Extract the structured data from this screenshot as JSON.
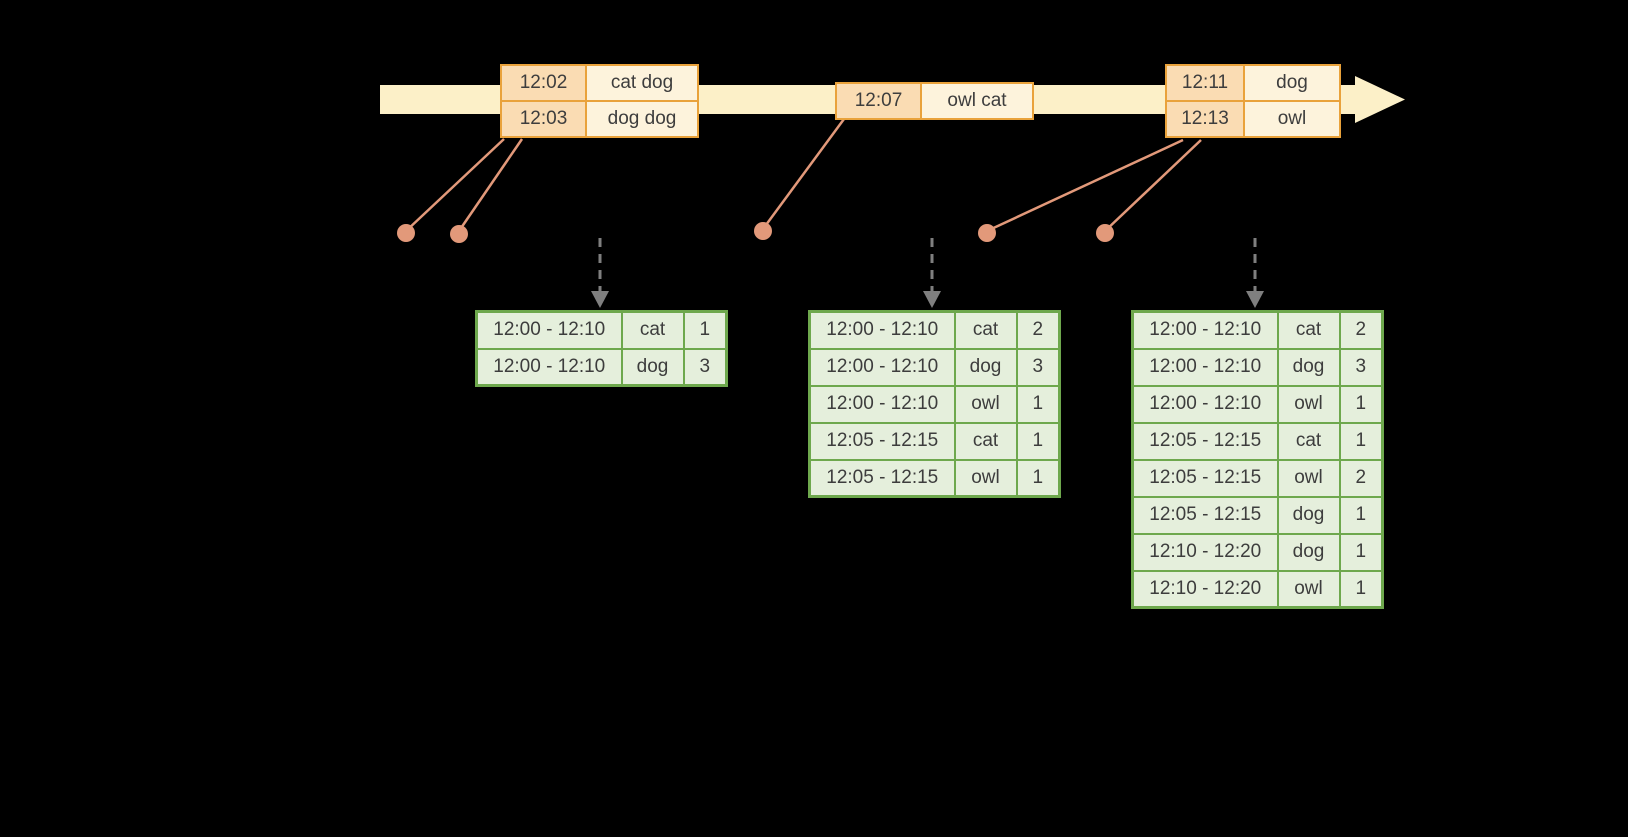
{
  "diagram": {
    "description": "Timeline of events flowing into windowed count result tables at successive triggers"
  },
  "colors": {
    "background": "#000000",
    "timeline_fill": "#FCF0C8",
    "event_border": "#E9A23B",
    "event_time_fill": "#FADCB3",
    "event_word_fill": "#FDF3DC",
    "connector": "#E2997A",
    "trigger_arrow": "#7F7F7F",
    "result_border": "#6EA84D",
    "result_fill": "#E5EFDC",
    "text": "#3d3d3d"
  },
  "event_tables": [
    {
      "rows": [
        [
          "12:02",
          "cat dog"
        ],
        [
          "12:03",
          "dog dog"
        ]
      ]
    },
    {
      "rows": [
        [
          "12:07",
          "owl cat"
        ]
      ]
    },
    {
      "rows": [
        [
          "12:11",
          "dog"
        ],
        [
          "12:13",
          "owl"
        ]
      ]
    }
  ],
  "result_tables": [
    {
      "rows": [
        [
          "12:00 - 12:10",
          "cat",
          "1"
        ],
        [
          "12:00 - 12:10",
          "dog",
          "3"
        ]
      ]
    },
    {
      "rows": [
        [
          "12:00 - 12:10",
          "cat",
          "2"
        ],
        [
          "12:00 - 12:10",
          "dog",
          "3"
        ],
        [
          "12:00 - 12:10",
          "owl",
          "1"
        ],
        [
          "12:05 - 12:15",
          "cat",
          "1"
        ],
        [
          "12:05 - 12:15",
          "owl",
          "1"
        ]
      ]
    },
    {
      "rows": [
        [
          "12:00 - 12:10",
          "cat",
          "2"
        ],
        [
          "12:00 - 12:10",
          "dog",
          "3"
        ],
        [
          "12:00 - 12:10",
          "owl",
          "1"
        ],
        [
          "12:05 - 12:15",
          "cat",
          "1"
        ],
        [
          "12:05 - 12:15",
          "owl",
          "2"
        ],
        [
          "12:05 - 12:15",
          "dog",
          "1"
        ],
        [
          "12:10 - 12:20",
          "dog",
          "1"
        ],
        [
          "12:10 - 12:20",
          "owl",
          "1"
        ]
      ]
    }
  ]
}
